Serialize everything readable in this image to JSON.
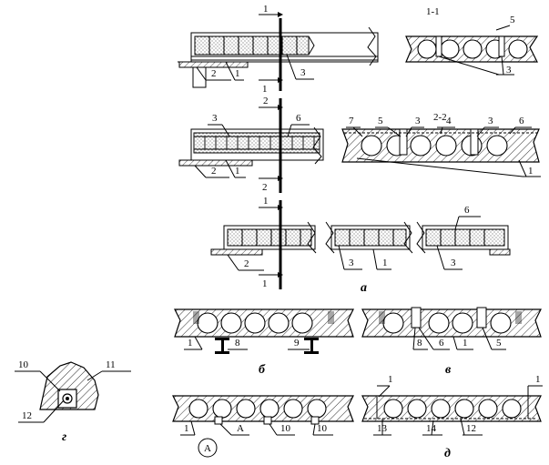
{
  "labels": {
    "sec1_top": "1",
    "sec1_bot": "1",
    "sec2_top": "2",
    "sec2_bot": "2",
    "sec1b_top": "1",
    "sec1b_bot": "1",
    "sec11": "1-1",
    "sec22": "2-2",
    "a": "а",
    "b": "б",
    "v": "в",
    "g": "г",
    "d": "д",
    "A": "А",
    "A_circle": "A",
    "n1": "1",
    "n2": "2",
    "n3": "3",
    "n4": "4",
    "n5": "5",
    "n6": "6",
    "n7": "7",
    "n8": "8",
    "n9": "9",
    "n10": "10",
    "n11": "11",
    "n12": "12",
    "n13": "13",
    "n14": "14"
  }
}
